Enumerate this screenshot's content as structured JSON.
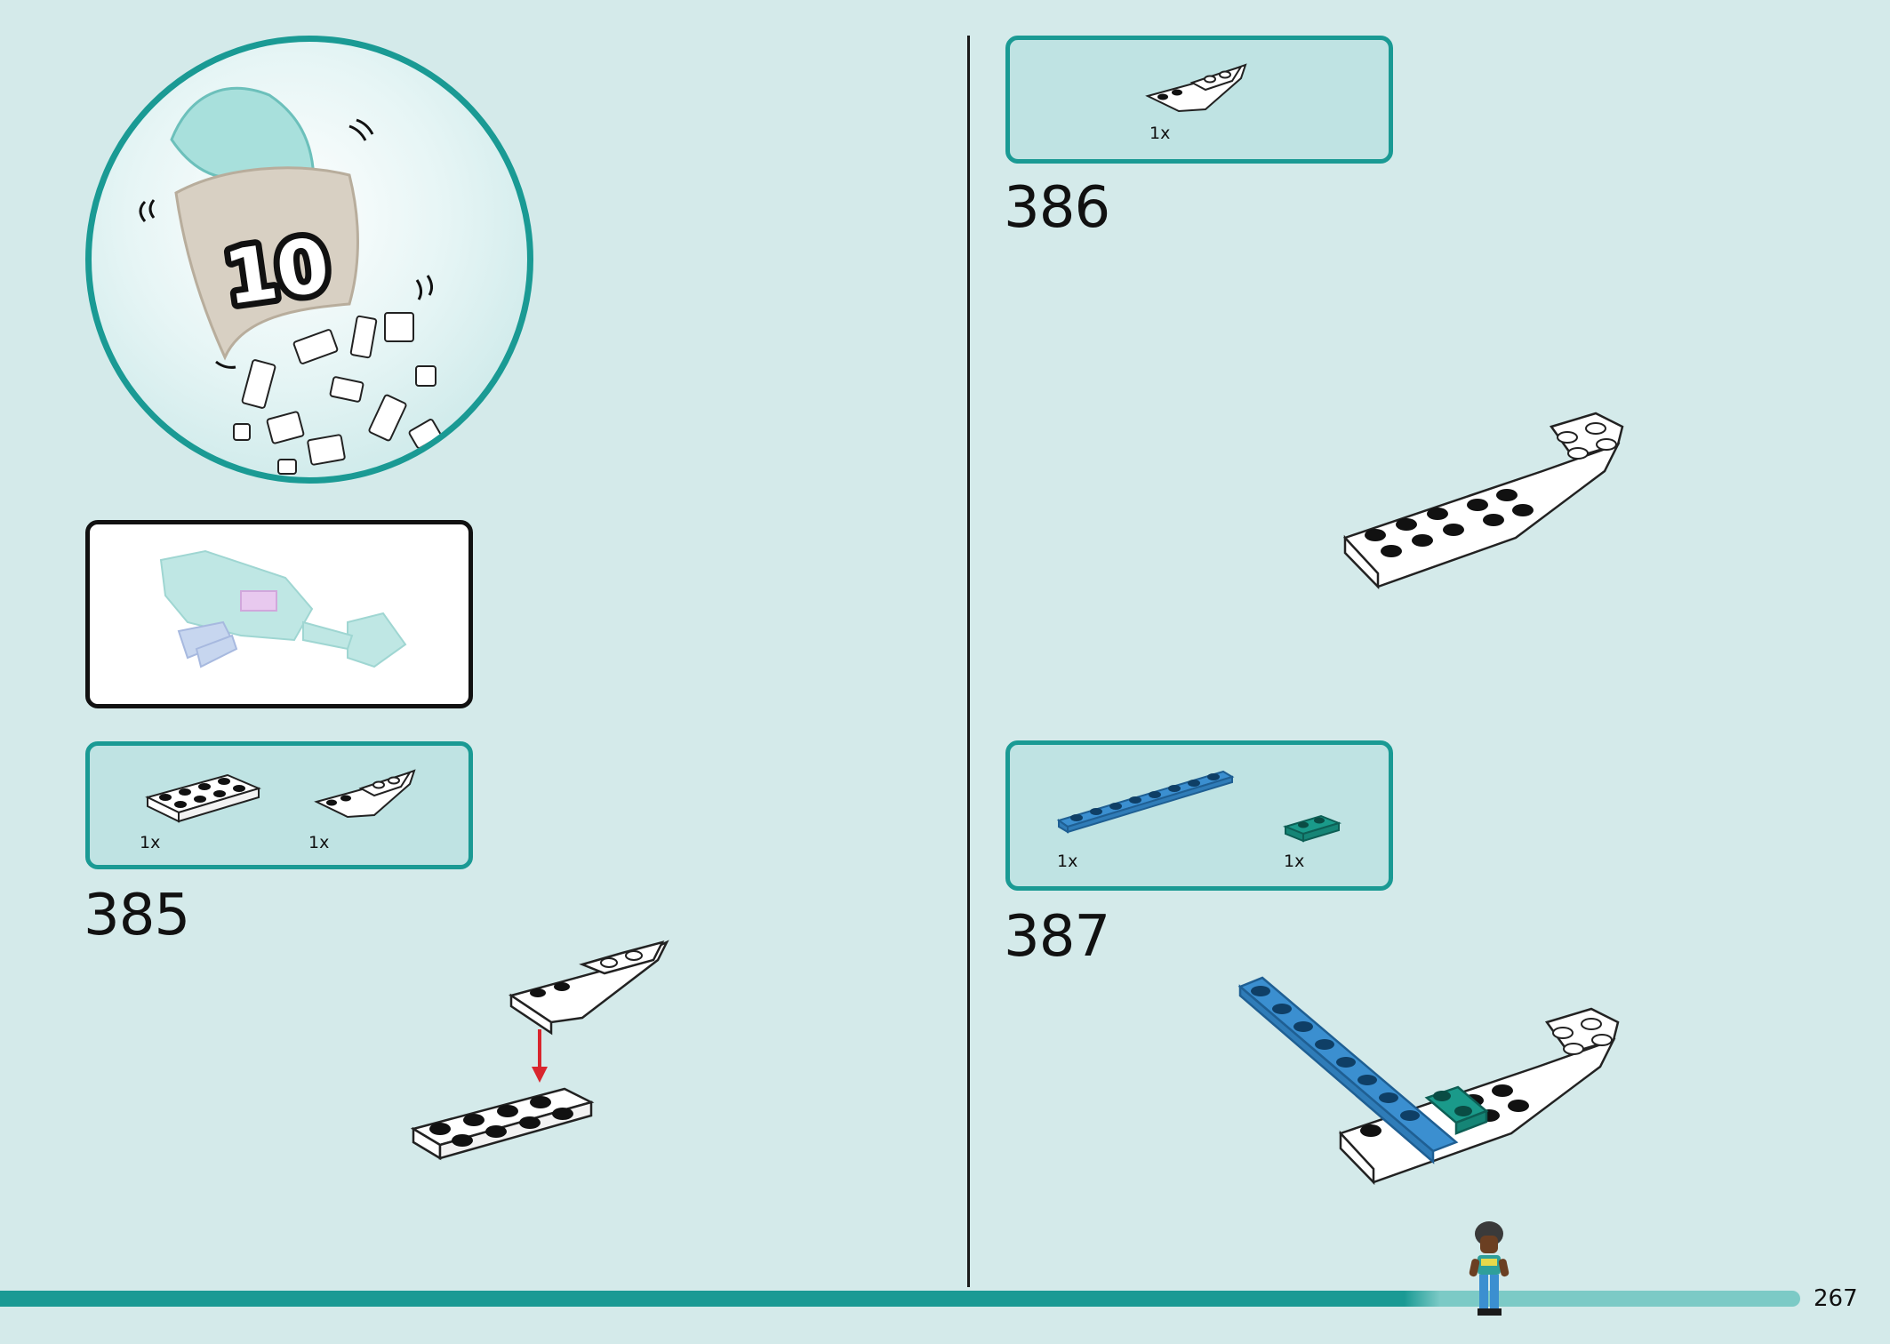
{
  "bag": {
    "number": "10"
  },
  "steps": [
    {
      "number": "385",
      "parts": [
        {
          "qty": "1x"
        },
        {
          "qty": "1x"
        }
      ]
    },
    {
      "number": "386",
      "parts": [
        {
          "qty": "1x"
        }
      ]
    },
    {
      "number": "387",
      "parts": [
        {
          "qty": "1x"
        },
        {
          "qty": "1x"
        }
      ]
    }
  ],
  "page": {
    "number": "267"
  },
  "colors": {
    "teal": "#1a9a94",
    "blue": "#3b8fd0",
    "green": "#1a9a8a",
    "arrow": "#d9262e"
  }
}
